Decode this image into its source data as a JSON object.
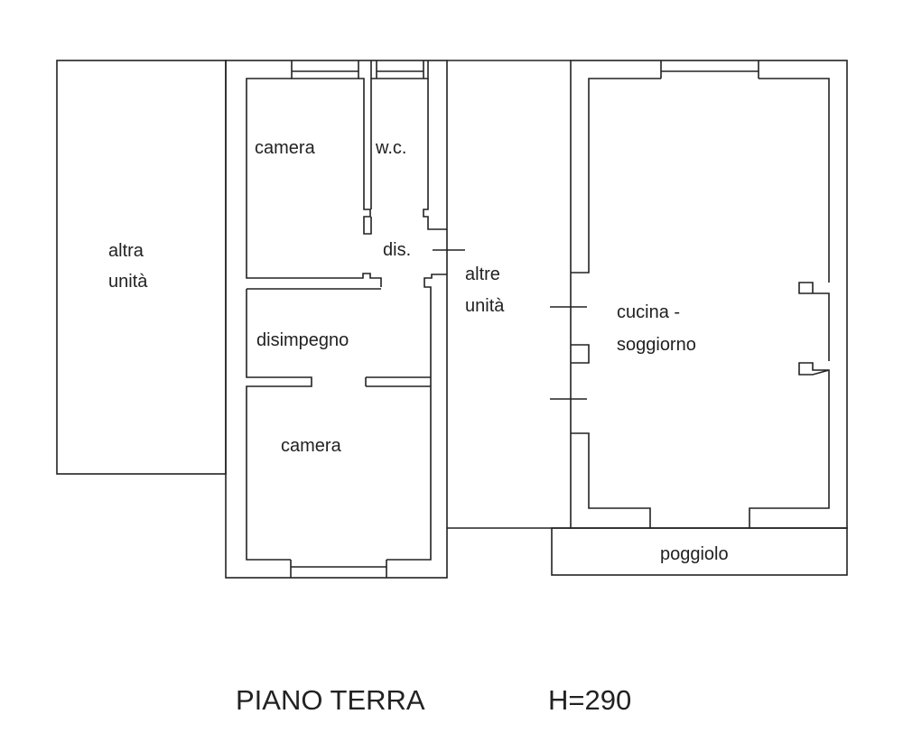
{
  "plan": {
    "rooms": {
      "altra_unita": [
        "altra",
        "unità"
      ],
      "camera_top": "camera",
      "wc": "w.c.",
      "dis": "dis.",
      "altre_unita": [
        "altre",
        "unità"
      ],
      "disimpegno": "disimpegno",
      "camera_bottom": "camera",
      "cucina_soggiorno": [
        "cucina -",
        "soggiorno"
      ],
      "poggiolo": "poggiolo"
    },
    "title": "PIANO TERRA",
    "height_label": "H=290"
  }
}
